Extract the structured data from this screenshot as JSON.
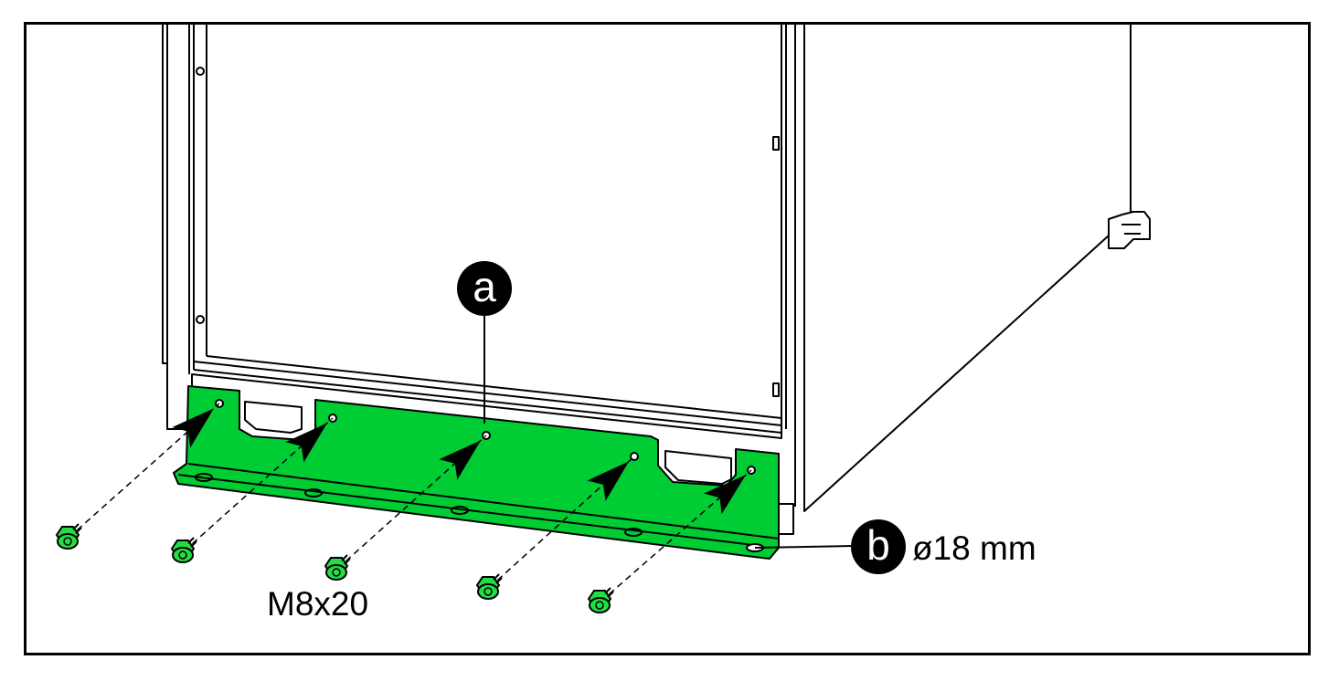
{
  "callouts": {
    "a": {
      "letter": "a"
    },
    "b": {
      "letter": "b",
      "note": "ø18 mm"
    }
  },
  "screw_label": "M8x20",
  "colors": {
    "bracket": "#00cc33",
    "bracket_edge": "#000000",
    "screw": "#22dd44",
    "line": "#000000",
    "background": "#ffffff"
  },
  "icons": {
    "screw": "hex-head-screw-icon",
    "arrow": "insertion-arrow-icon"
  }
}
